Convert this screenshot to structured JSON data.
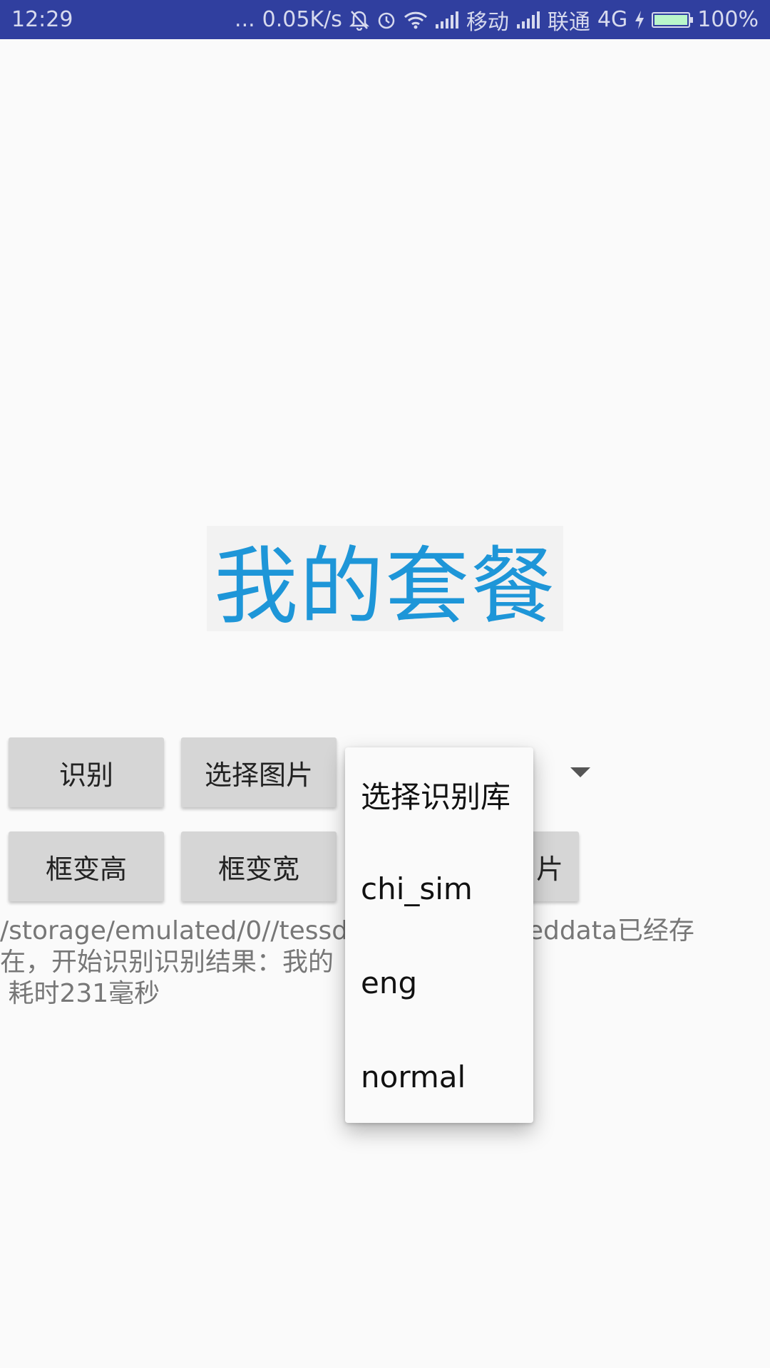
{
  "status_bar": {
    "time": "12:29",
    "dots": "...",
    "speed": "0.05K/s",
    "carrier1": "移动",
    "carrier2": "联通",
    "network": "4G",
    "battery": "100%",
    "battery_level": 1.0
  },
  "preview": {
    "text": "我的套餐"
  },
  "buttons": {
    "recognize": "识别",
    "choose_image": "选择图片",
    "box_height": "框变高",
    "box_width": "框变宽",
    "hidden_partial": "片"
  },
  "result": {
    "text": "/storage/emulated/0//tessd                    neddata已经存在，开始识别识别结果：我的\n 耗时231毫秒"
  },
  "dropdown": {
    "items": [
      "选择识别库",
      "chi_sim",
      "eng",
      "normal"
    ]
  },
  "colors": {
    "status_bar": "#303f9f",
    "preview_text": "#1e96d8",
    "button_bg": "#d6d6d6"
  }
}
